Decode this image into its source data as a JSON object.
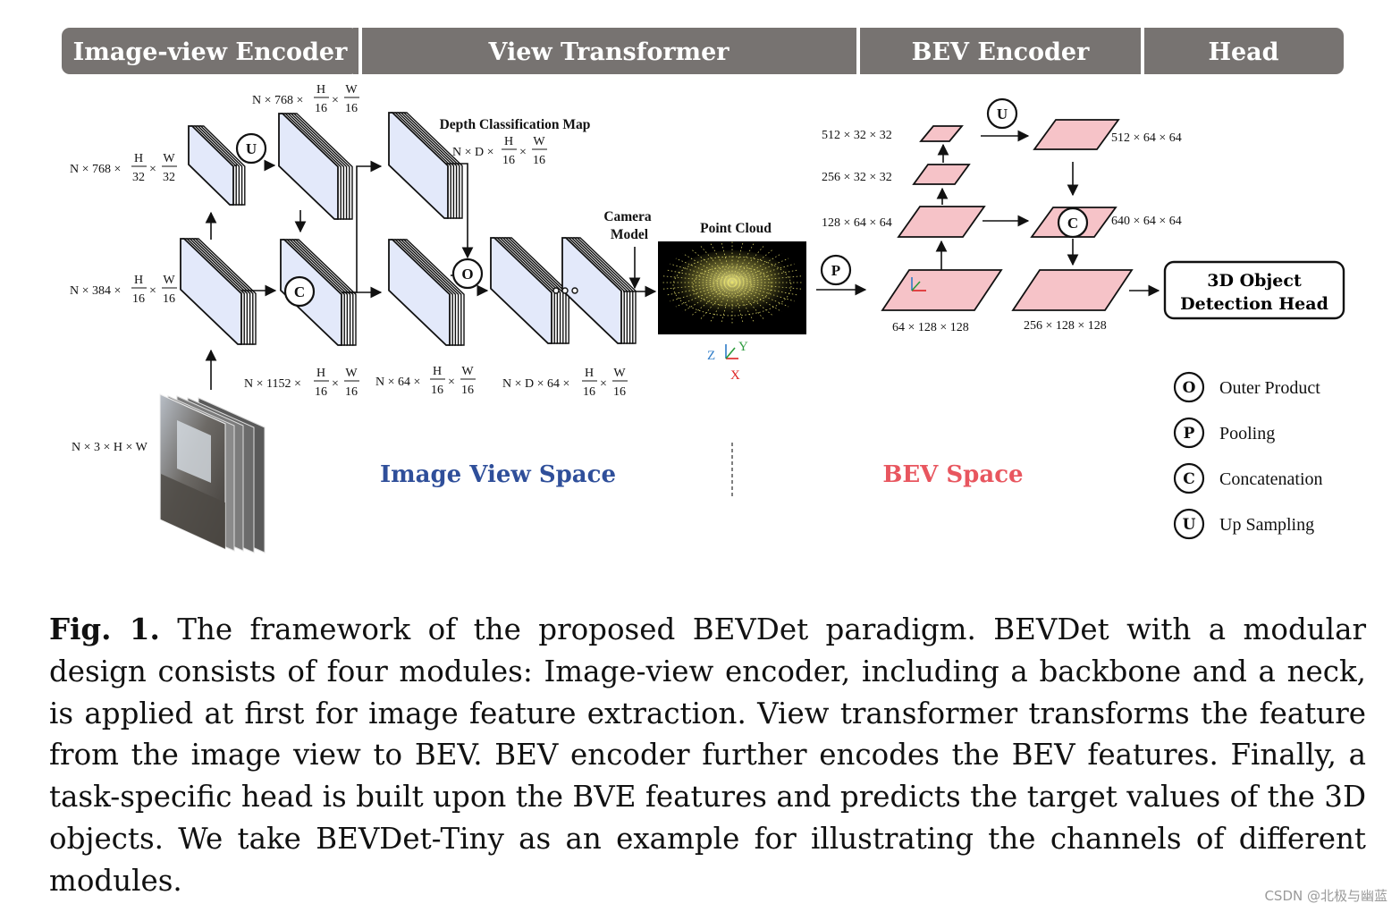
{
  "stages": [
    "Image-view Encoder",
    "View Transformer",
    "BEV Encoder",
    "Head"
  ],
  "image_dims": {
    "input": "N × 3 × H × W",
    "f32_prefix": "N × 768 ×",
    "f16_384_prefix": "N × 384 ×",
    "f16_768_prefix": "N × 768 ×",
    "f16_1152_prefix": "N × 1152 ×",
    "f16_64_prefix": "N × 64 ×",
    "dep_prefix": "N × D ×",
    "ctx_prefix": "N × D × 64 ×",
    "H": "H",
    "W": "W",
    "d16": "16",
    "d32": "32",
    "times": "×"
  },
  "labels": {
    "depth_map": "Depth Classification Map",
    "camera_model_l1": "Camera",
    "camera_model_l2": "Model",
    "point_cloud": "Point Cloud",
    "image_view_space": "Image View Space",
    "bev_space": "BEV Space",
    "head_l1": "3D Object",
    "head_l2": "Detection Head"
  },
  "axes": {
    "z": "Z",
    "y": "Y",
    "x": "X"
  },
  "bev_dims": {
    "l1": "512 × 32 × 32",
    "l2": "256 × 32 × 32",
    "l3": "128 × 64 × 64",
    "in": "64 × 128 × 128",
    "up": "512 × 64 × 64",
    "cat": "640 × 64 × 64",
    "out": "256 × 128 × 128"
  },
  "ops": {
    "outer": "O",
    "pool": "P",
    "concat": "C",
    "up": "U"
  },
  "legend": [
    {
      "symbol": "O",
      "label": "Outer Product"
    },
    {
      "symbol": "P",
      "label": "Pooling"
    },
    {
      "symbol": "C",
      "label": "Concatenation"
    },
    {
      "symbol": "U",
      "label": "Up Sampling"
    }
  ],
  "caption": {
    "fig_label": "Fig. 1.",
    "text": "The framework of the proposed BEVDet paradigm. BEVDet with a modular design consists of four modules: Image-view encoder, including a backbone and a neck, is applied at first for image feature extraction. View transformer transforms the feature from the image view to BEV. BEV encoder further encodes the BEV features. Finally, a task-specific head is built upon the BVE features and predicts the target values of the 3D objects. We take BEVDet-Tiny as an example for illustrating the channels of different modules."
  },
  "watermark": "CSDN @北极与幽蓝",
  "colors": {
    "header_bg": "#777371",
    "feature_fill": "#e3e9fa",
    "bev_fill": "#f6c3c8",
    "image_space": "#2f4f9a",
    "bev_space": "#e8565f",
    "point_cloud": "#e9e36e"
  }
}
